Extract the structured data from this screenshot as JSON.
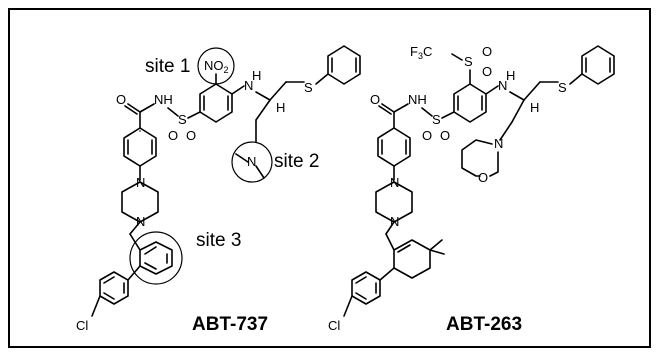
{
  "figure": {
    "site_labels": [
      "site 1",
      "site 2",
      "site 3"
    ],
    "compound_names": [
      "ABT-737",
      "ABT-263"
    ],
    "atoms": {
      "cl": "Cl",
      "n": "N",
      "h": "H",
      "s": "S",
      "o": "O",
      "nh": "NH",
      "no2_main": "NO",
      "no2_sub": "2",
      "cf3_main": "F",
      "cf3_sub": "3",
      "cf3_c": "C"
    }
  }
}
